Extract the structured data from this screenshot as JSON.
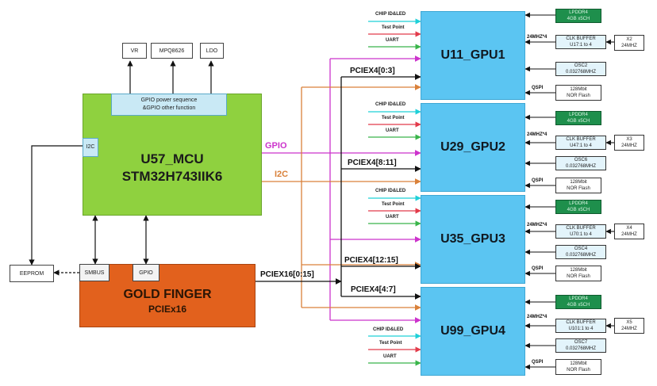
{
  "colors": {
    "mcu": "#8fd13f",
    "gpu": "#5bc5f2",
    "gold_finger": "#e2611d",
    "gpio_line": "#cc33cc",
    "i2c_line": "#d9813a",
    "chip_id_line": "#1fd0d8",
    "test_point_line": "#e23b4b",
    "uart_line": "#39b54a",
    "lpddr": "#1e8f4c"
  },
  "power": {
    "vr": "VR",
    "mpq": "MPQ8626",
    "ldo": "LDO"
  },
  "mcu": {
    "gpio_box_line1": "GPIO power sequence",
    "gpio_box_line2": "&GPIO other function",
    "name": "U57_MCU",
    "part": "STM32H743IIK6",
    "i2c_port": "I2C"
  },
  "eeprom": "EEPROM",
  "gold_finger": {
    "title": "GOLD FINGER",
    "subtitle": "PCIEx16",
    "smbus": "SMBUS",
    "gpio": "GPIO"
  },
  "links": {
    "gpio": "GPIO",
    "i2c": "I2C",
    "pcie16": "PCIEX16[0:15]"
  },
  "signals": {
    "chip_id": "CHIP ID&LED",
    "test_point": "Test Point",
    "uart": "UART"
  },
  "gpus": [
    {
      "name": "U11_GPU1",
      "bus": "PCIEX4[0:3]",
      "lpddr1": "LPDDR4",
      "lpddr2": "4GB x5CH",
      "clk1": "CLK BUFFER",
      "clk2": "U17:1 to 4",
      "xtal1": "X2",
      "xtal2": "24MHZ",
      "osc1": "OSC2",
      "osc2": "0.032768MHZ",
      "flash1": "128Mbit",
      "flash2": "NOR Flash",
      "clk_tag": "24MHZ*4",
      "qspi": "QSPI"
    },
    {
      "name": "U29_GPU2",
      "bus": "PCIEX4[8:11]",
      "lpddr1": "LPDDR4",
      "lpddr2": "4GB x5CH",
      "clk1": "CLK BUFFER",
      "clk2": "U47:1 to 4",
      "xtal1": "X3",
      "xtal2": "24MHZ",
      "osc1": "OSC6",
      "osc2": "0.032768MHZ",
      "flash1": "128Mbit",
      "flash2": "NOR Flash",
      "clk_tag": "24MHZ*4",
      "qspi": "QSPI"
    },
    {
      "name": "U35_GPU3",
      "bus": "PCIEX4[12:15]",
      "lpddr1": "LPDDR4",
      "lpddr2": "4GB x5CH",
      "clk1": "CLK BUFFER",
      "clk2": "U70:1 to 4",
      "xtal1": "X4",
      "xtal2": "24MHZ",
      "osc1": "OSC4",
      "osc2": "0.032768MHZ",
      "flash1": "128Mbit",
      "flash2": "NOR Flash",
      "clk_tag": "24MHZ*4",
      "qspi": "QSPI"
    },
    {
      "name": "U99_GPU4",
      "bus": "PCIEX4[4:7]",
      "lpddr1": "LPDDR4",
      "lpddr2": "4GB x5CH",
      "clk1": "CLK BUFFER",
      "clk2": "U101:1 to 4",
      "xtal1": "X5",
      "xtal2": "24MHZ",
      "osc1": "OSC7",
      "osc2": "0.032768MHZ",
      "flash1": "128Mbit",
      "flash2": "NOR Flash",
      "clk_tag": "24MHZ*4",
      "qspi": "QSPI"
    }
  ]
}
